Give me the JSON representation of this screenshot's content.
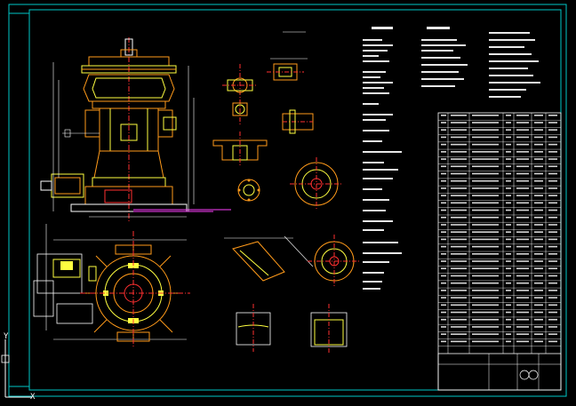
{
  "app": {
    "ucs": {
      "y_label": "Y",
      "x_label": "X"
    }
  },
  "colors": {
    "background": "#000000",
    "frame": "#00c8c8",
    "title_frame": "#ffffff",
    "part_orange": "#ff9a1a",
    "part_yellow": "#ffff40",
    "part_red": "#ff3030",
    "annotation_white": "#e8e8e8",
    "leader_magenta": "#ff40ff",
    "center_line": "#ff3030"
  },
  "drawing": {
    "title_block": {
      "rows": 33,
      "columns": 6
    },
    "notes_left_header": "技术要求",
    "notes_right_header": "技术参数"
  }
}
